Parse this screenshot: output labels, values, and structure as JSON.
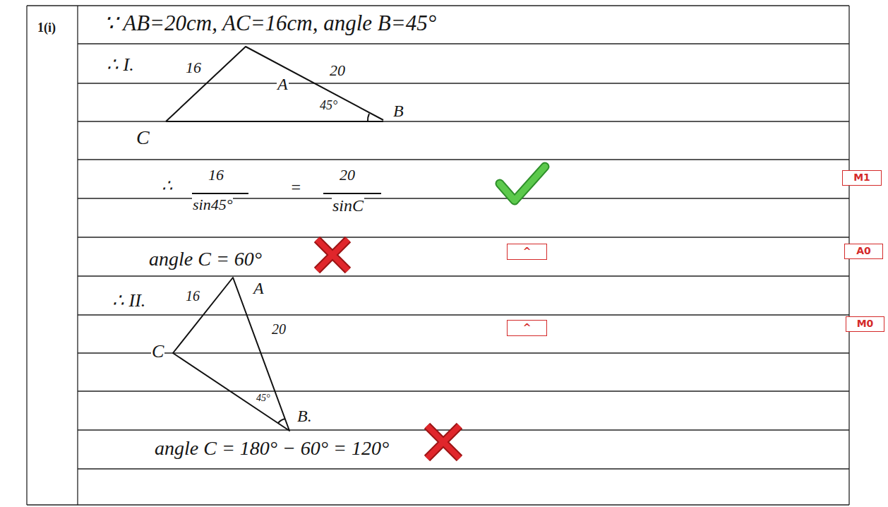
{
  "diagram": {
    "nodes": [
      {
        "text": [
          "M1"
        ]
      },
      {
        "text": [
          "^"
        ]
      },
      {
        "text": [
          "A0"
        ]
      },
      {
        "text": [
          "^"
        ]
      },
      {
        "text": [
          "M0"
        ]
      }
    ],
    "labels": [
      "1(i)",
      "∵ AB=20cm, AC=16cm, angle B=45°",
      "∴ I.",
      "16",
      "A",
      "20",
      "45°",
      "B",
      "C",
      "∴",
      "16",
      "sin45°",
      "=",
      "20",
      "sinC",
      "angle C = 60°",
      "∴ II.",
      "A",
      "16",
      "20",
      "C",
      "45°",
      "B.",
      "angle C = 180° − 60° = 120°"
    ]
  }
}
